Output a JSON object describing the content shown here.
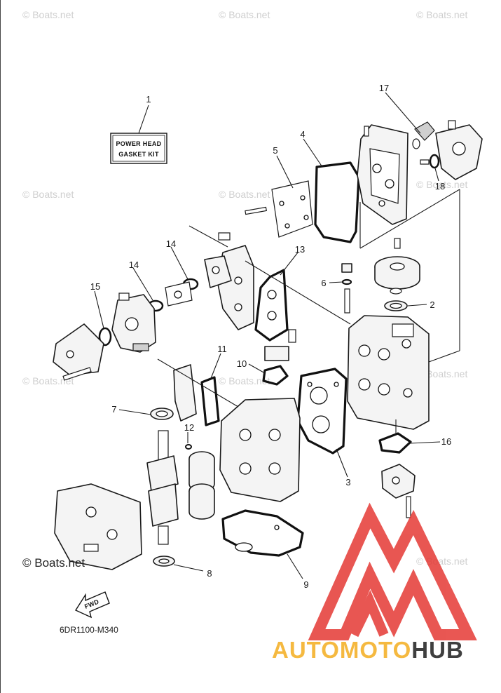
{
  "diagram_code": "6DR1100-M340",
  "kit_label": {
    "line1": "POWER HEAD",
    "line2": "GASKET KIT"
  },
  "fwd_label": "FWD",
  "watermark": "© Boats.net",
  "brand": {
    "part1": "AUTOMOTO",
    "part2": "HUB",
    "color_part1": "#f5b940",
    "color_part2": "#3f3f3f",
    "logo_color": "#e53935"
  },
  "callouts": [
    {
      "number": "1"
    },
    {
      "number": "2"
    },
    {
      "number": "3"
    },
    {
      "number": "4"
    },
    {
      "number": "5"
    },
    {
      "number": "6"
    },
    {
      "number": "7"
    },
    {
      "number": "8"
    },
    {
      "number": "9"
    },
    {
      "number": "10"
    },
    {
      "number": "11"
    },
    {
      "number": "12"
    },
    {
      "number": "13"
    },
    {
      "number": "14"
    },
    {
      "number": "14"
    },
    {
      "number": "15"
    },
    {
      "number": "16"
    },
    {
      "number": "17"
    },
    {
      "number": "18"
    }
  ]
}
